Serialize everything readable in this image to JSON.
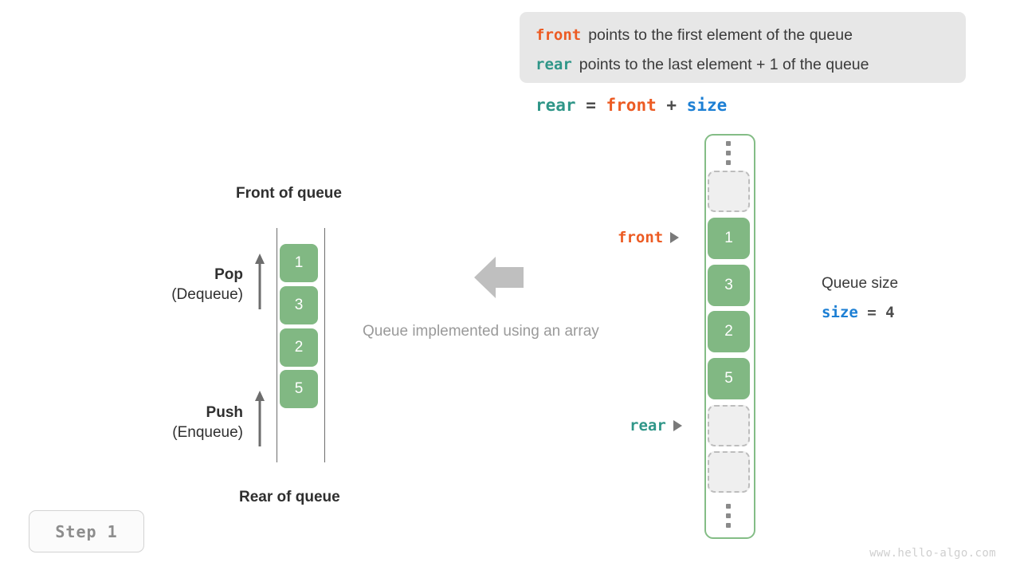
{
  "note": {
    "lines": [
      {
        "keyword": "front",
        "keyword_color": "#ec5b23",
        "text": "points to the first element of the queue"
      },
      {
        "keyword": "rear",
        "keyword_color": "#2f9688",
        "text": "points to the last element + 1 of the queue"
      }
    ]
  },
  "formula": {
    "rear": "rear",
    "eq": " = ",
    "front": "front",
    "plus": " + ",
    "size": "size"
  },
  "logical_queue": {
    "front_label": "Front of queue",
    "rear_label": "Rear of queue",
    "pop": {
      "title": "Pop",
      "subtitle": "(Dequeue)"
    },
    "push": {
      "title": "Push",
      "subtitle": "(Enqueue)"
    },
    "cells": [
      "1",
      "3",
      "2",
      "5"
    ]
  },
  "middle": {
    "caption": "Queue implemented using an array",
    "arrow_icon": "left-arrow-icon",
    "arrow_color": "#bfbfbf"
  },
  "array": {
    "top_ellipsis": "vertical-ellipsis-icon",
    "bottom_ellipsis": "vertical-ellipsis-icon",
    "cells": [
      {
        "type": "empty",
        "value": ""
      },
      {
        "type": "filled",
        "value": "1"
      },
      {
        "type": "filled",
        "value": "3"
      },
      {
        "type": "filled",
        "value": "2"
      },
      {
        "type": "filled",
        "value": "5"
      },
      {
        "type": "empty",
        "value": ""
      },
      {
        "type": "empty",
        "value": ""
      }
    ],
    "pointers": {
      "front": {
        "label": "front",
        "color": "#ec5b23"
      },
      "rear": {
        "label": "rear",
        "color": "#2f9688"
      }
    }
  },
  "queue_size": {
    "label": "Queue size",
    "var": "size",
    "eq": " = ",
    "value": "4"
  },
  "step_badge": "Step 1",
  "watermark": "www.hello-algo.com",
  "colors": {
    "green_fill": "#81b883",
    "green_border": "#84bd86",
    "orange": "#ec5b23",
    "teal": "#2f9688",
    "blue": "#1c7fd4",
    "note_bg": "#e7e7e7"
  }
}
